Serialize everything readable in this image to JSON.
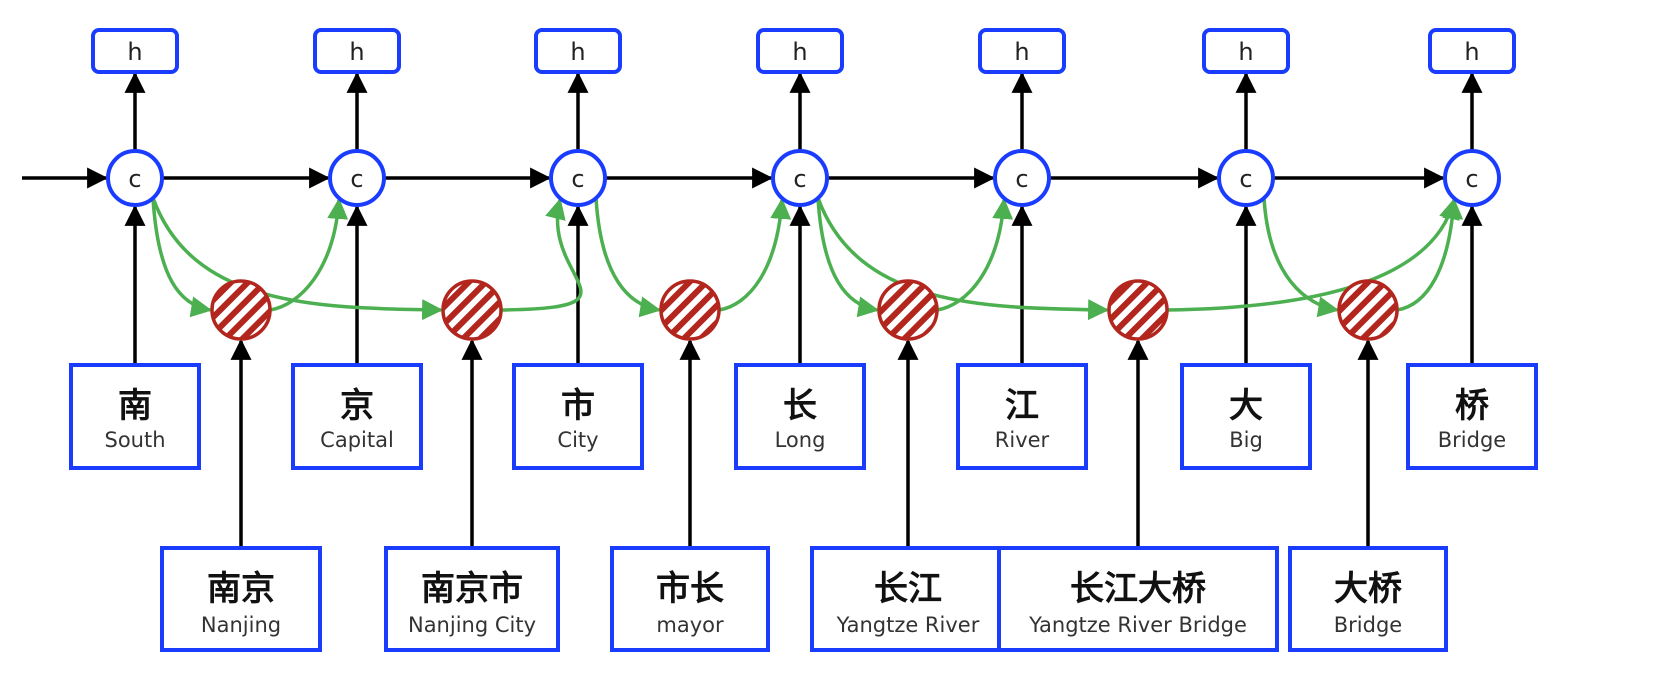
{
  "diagram": {
    "type": "lattice-lstm",
    "colors": {
      "box_border": "#1a3cff",
      "cell_border": "#1a3cff",
      "black_arrow": "#000000",
      "lattice_arrow": "#4caf50",
      "word_cell": "#b3261e"
    },
    "hidden_label": "h",
    "cell_label": "c",
    "characters": [
      {
        "char": "南",
        "gloss": "South"
      },
      {
        "char": "京",
        "gloss": "Capital"
      },
      {
        "char": "市",
        "gloss": "City"
      },
      {
        "char": "长",
        "gloss": "Long"
      },
      {
        "char": "江",
        "gloss": "River"
      },
      {
        "char": "大",
        "gloss": "Big"
      },
      {
        "char": "桥",
        "gloss": "Bridge"
      }
    ],
    "words": [
      {
        "word": "南京",
        "gloss": "Nanjing",
        "from": 0,
        "to": 1
      },
      {
        "word": "南京市",
        "gloss": "Nanjing City",
        "from": 0,
        "to": 2
      },
      {
        "word": "市长",
        "gloss": "mayor",
        "from": 2,
        "to": 3
      },
      {
        "word": "长江",
        "gloss": "Yangtze  River",
        "from": 3,
        "to": 4
      },
      {
        "word": "长江大桥",
        "gloss": "Yangtze  River Bridge",
        "from": 3,
        "to": 6
      },
      {
        "word": "大桥",
        "gloss": "Bridge",
        "from": 5,
        "to": 6
      }
    ]
  }
}
